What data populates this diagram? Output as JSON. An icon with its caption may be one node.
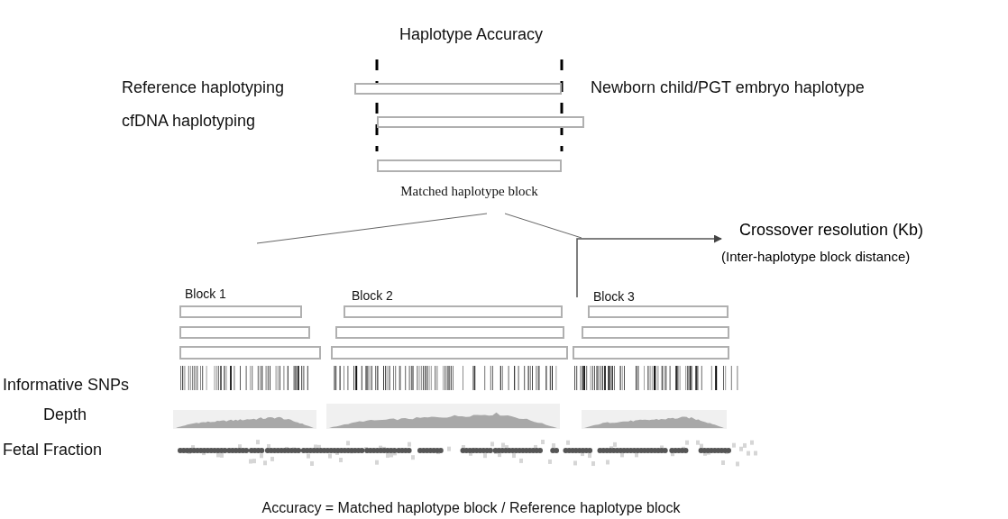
{
  "diagram": {
    "title": "Haplotype Accuracy",
    "caption": "Accuracy = Matched haplotype block / Reference haplotype block",
    "nodes": [
      {
        "text": [],
        "shape": "bar"
      },
      {
        "text": [],
        "shape": "bar"
      },
      {
        "text": [],
        "shape": "bar",
        "beside": [
          "Matched haplotype block"
        ]
      },
      {
        "text": [
          "Crossover resolution (Kb)",
          "(Inter-haplotype block distance)"
        ]
      },
      {
        "text": [],
        "shape": "bar"
      },
      {
        "text": [],
        "shape": "bar"
      },
      {
        "text": [],
        "shape": "bar"
      },
      {
        "text": [],
        "shape": "bar"
      },
      {
        "text": [],
        "shape": "bar"
      },
      {
        "text": [],
        "shape": "bar"
      },
      {
        "text": [],
        "shape": "bar"
      },
      {
        "text": [],
        "shape": "bar"
      },
      {
        "text": [],
        "shape": "bar"
      }
    ],
    "edges": [
      {
        "from": null,
        "to": 3,
        "arrow": "to"
      }
    ],
    "labels": [
      "Reference haplotyping",
      "Newborn child/PGT embryo haplotype",
      "cfDNA haplotyping",
      "Block 1",
      "Block 2",
      "Block 3",
      "Informative SNPs",
      "Depth",
      "Fetal Fraction"
    ]
  }
}
